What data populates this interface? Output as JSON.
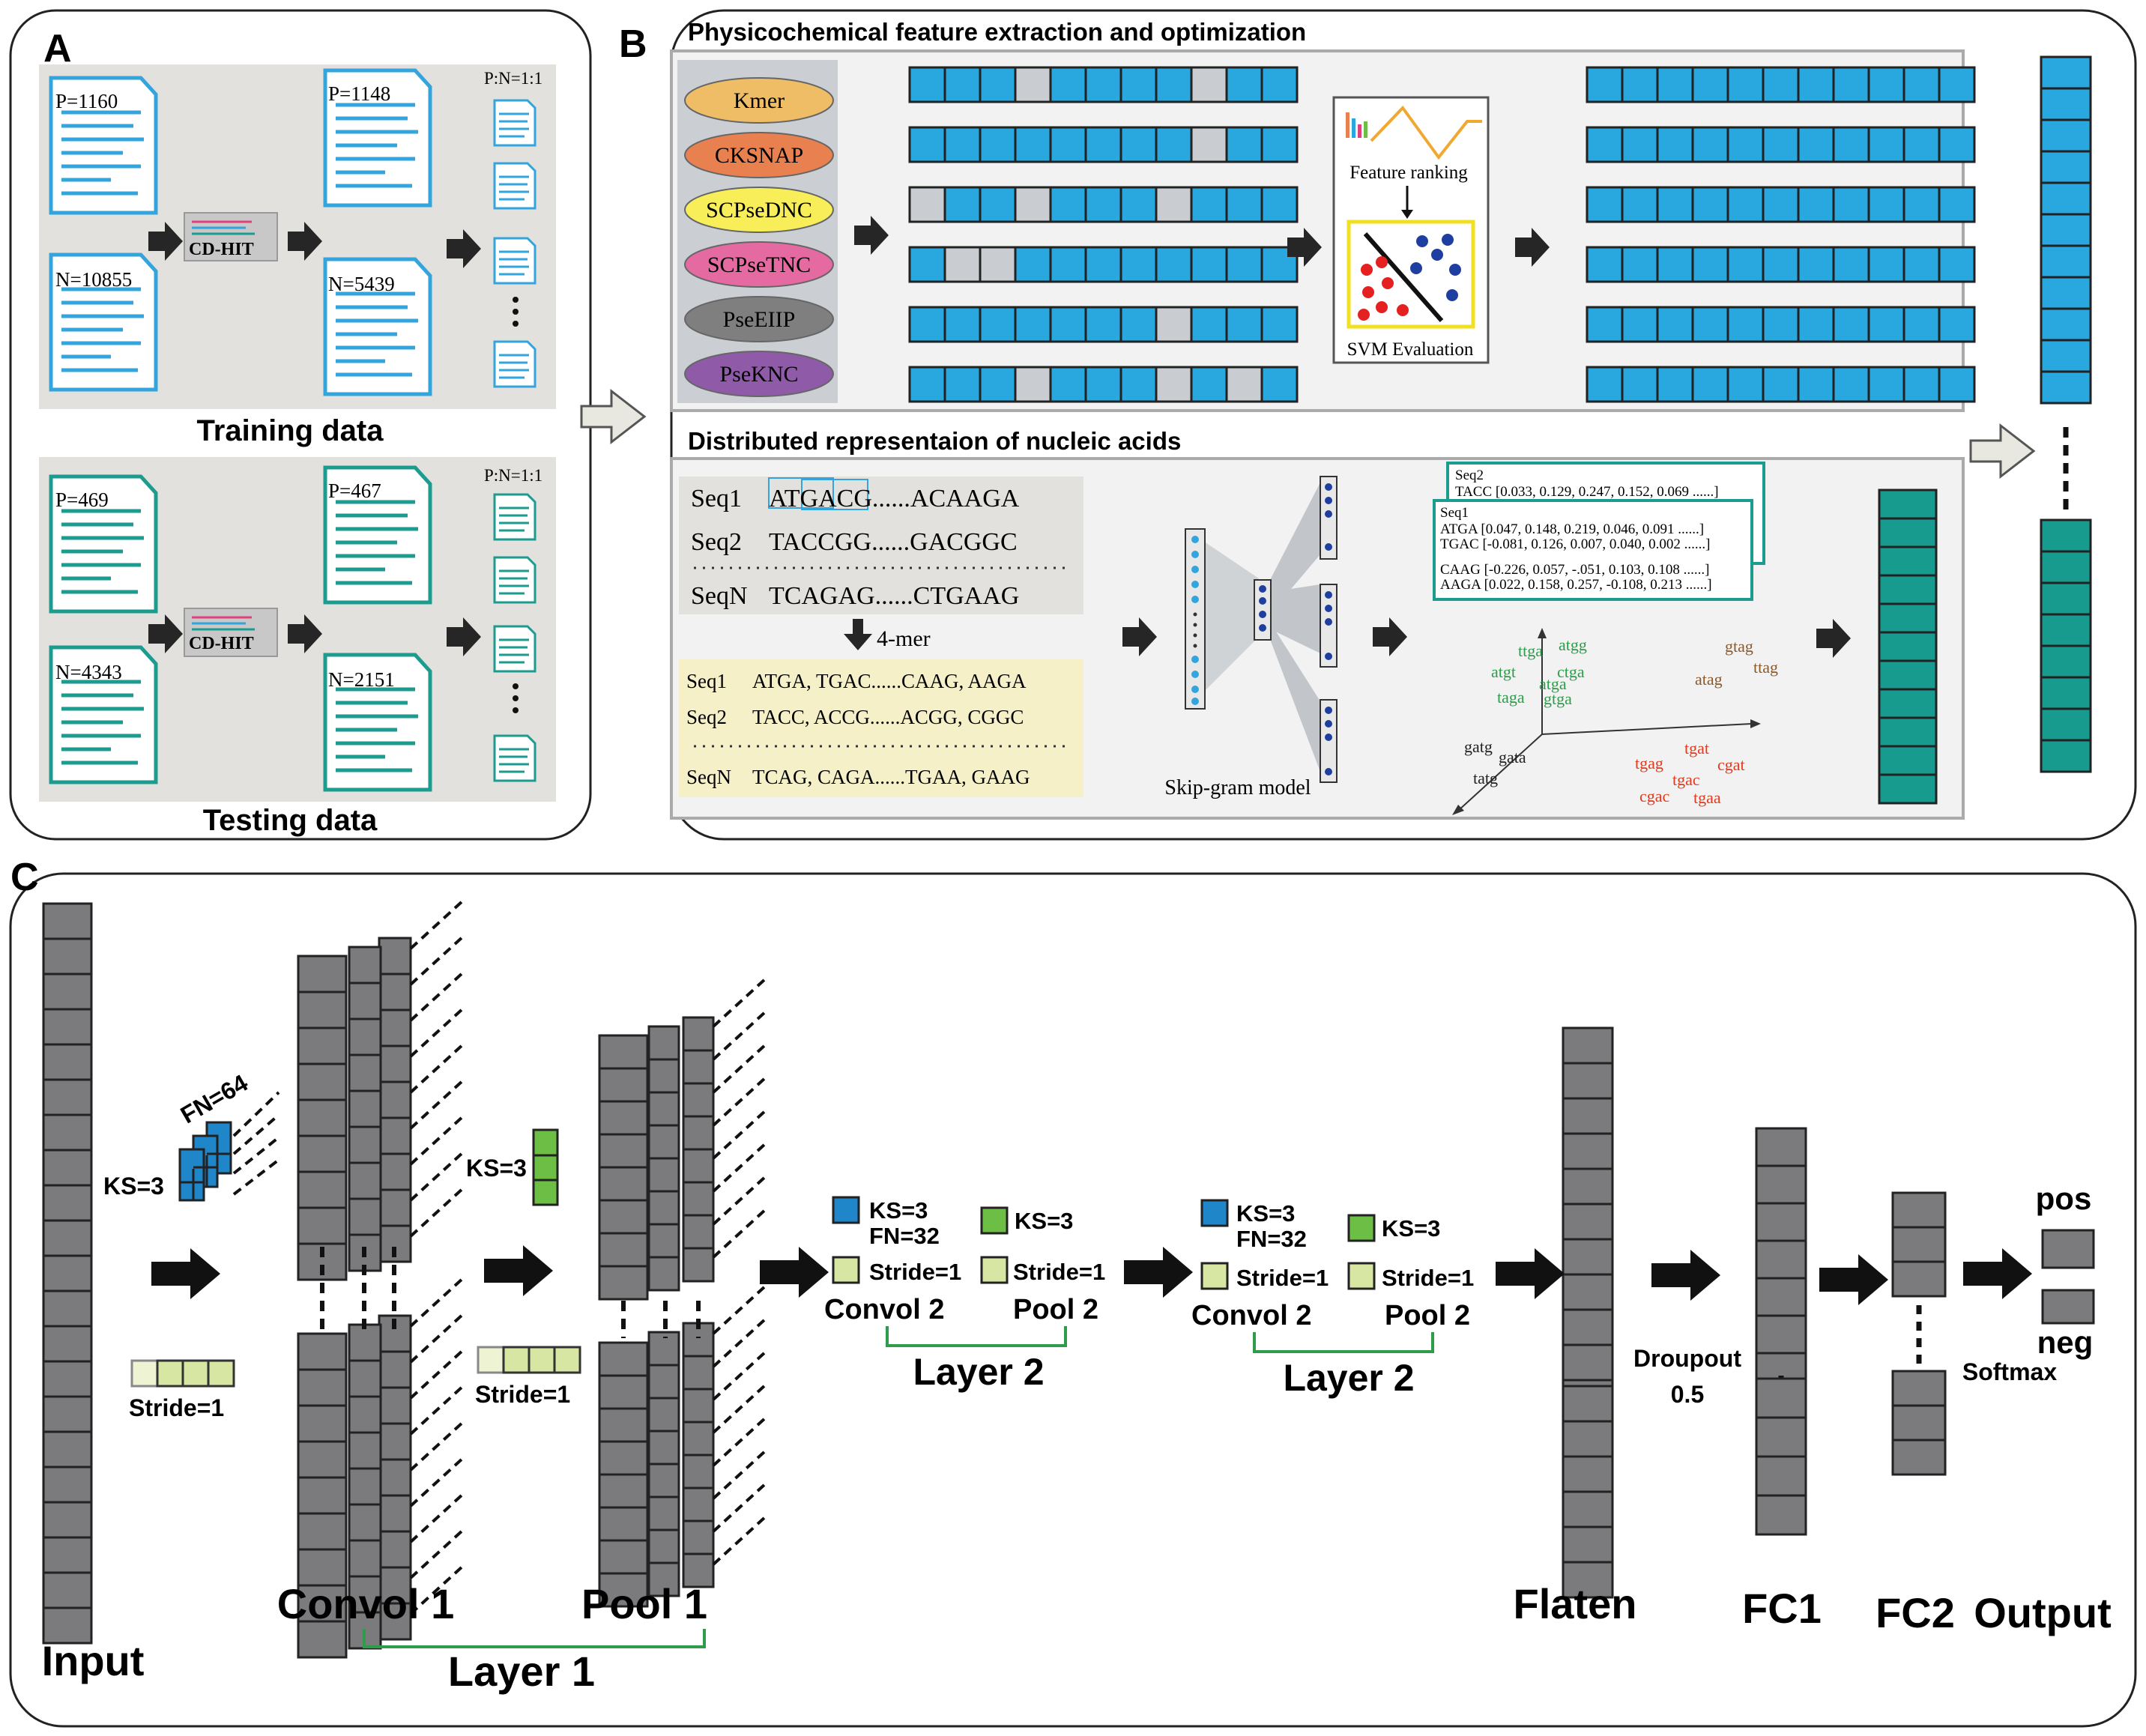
{
  "panel_a": {
    "letter": "A",
    "training": {
      "pos_count": "P=1160",
      "neg_count": "N=10855",
      "tool": "CD-HIT",
      "pos_after": "P=1148",
      "neg_after": "N=5439",
      "ratio": "P:N=1:1",
      "caption": "Training data"
    },
    "testing": {
      "pos_count": "P=469",
      "neg_count": "N=4343",
      "tool": "CD-HIT",
      "pos_after": "P=467",
      "neg_after": "N=2151",
      "ratio": "P:N=1:1",
      "caption": "Testing data"
    }
  },
  "panel_b": {
    "letter": "B",
    "physico": {
      "title": "Physicochemical feature  extraction and optimization",
      "features": [
        {
          "label": "Kmer",
          "color": "#f0bd67"
        },
        {
          "label": "CKSNAP",
          "color": "#e8814f"
        },
        {
          "label": "SCPseDNC",
          "color": "#f7ee5a"
        },
        {
          "label": "SCPseTNC",
          "color": "#e56aa2"
        },
        {
          "label": "PseEIIP",
          "color": "#7f7f7f"
        },
        {
          "label": "PseKNC",
          "color": "#8f5aa8"
        }
      ],
      "ranking_label": "Feature ranking",
      "svm_label": "SVM Evaluation"
    },
    "distributed": {
      "title": "Distributed representaion of nucleic acids",
      "seqs": [
        {
          "name": "Seq1",
          "start": "ATGAC",
          "tail": "G......ACAAGA"
        },
        {
          "name": "Seq2",
          "start": "TACCGG",
          "tail": "......GACGGC"
        },
        {
          "name": "SeqN",
          "start": "TCAGAG",
          "tail": "......CTGAAG"
        }
      ],
      "kmer_label": "4-mer",
      "kmer_seqs": [
        {
          "name": "Seq1",
          "value": "ATGA, TGAC......CAAG, AAGA"
        },
        {
          "name": "Seq2",
          "value": "TACC, ACCG......ACGG, CGGC"
        },
        {
          "name": "SeqN",
          "value": "TCAG, CAGA......TGAA, GAAG"
        }
      ],
      "skipgram_label": "Skip-gram model",
      "vectors_seq2": {
        "name": "Seq2",
        "rows": [
          "TACC [0.033, 0.129, 0.247, 0.152, 0.069 ......]"
        ]
      },
      "vectors_seq1": {
        "name": "Seq1",
        "rows": [
          "ATGA [0.047, 0.148, 0.219, 0.046, 0.091  ......]",
          "TGAC [-0.081, 0.126, 0.007, 0.040, 0.002  ......]",
          "CAAG [-0.226, 0.057, -.051, 0.103, 0.108 ......]",
          "AAGA [0.022, 0.158, 0.257, -0.108, 0.213 ......]"
        ]
      },
      "embedding_words": {
        "green": [
          "ttga",
          "atgg",
          "atgt",
          "ctga",
          "atga",
          "taga",
          "gtga"
        ],
        "brown": [
          "gtag",
          "ttag",
          "atag"
        ],
        "black": [
          "gatg",
          "gata",
          "tatg"
        ],
        "red": [
          "tgat",
          "tgag",
          "cgat",
          "tgac",
          "cgac",
          "tgaa"
        ]
      }
    }
  },
  "panel_c": {
    "letter": "C",
    "input_label": "Input",
    "filter1": {
      "fn": "FN=64",
      "ks": "KS=3",
      "stride": "Stride=1"
    },
    "pool1": {
      "ks": "KS=3",
      "stride": "Stride=1"
    },
    "convol1_label": "Convol 1",
    "pool1_label": "Pool 1",
    "layer1_label": "Layer 1",
    "layer2_blocks": [
      {
        "conv_ks": "KS=3",
        "conv_fn": "FN=32",
        "conv_stride": "Stride=1",
        "pool_ks": "KS=3",
        "pool_stride": "Stride=1",
        "conv_label": "Convol 2",
        "pool_label": "Pool 2",
        "layer_label": "Layer 2"
      },
      {
        "conv_ks": "KS=3",
        "conv_fn": "FN=32",
        "conv_stride": "Stride=1",
        "pool_ks": "KS=3",
        "pool_stride": "Stride=1",
        "conv_label": "Convol 2",
        "pool_label": "Pool 2",
        "layer_label": "Layer 2"
      }
    ],
    "flaten_label": "Flaten",
    "dropout_label": "Droupout",
    "dropout_value": "0.5",
    "fc1_label": "FC1",
    "fc2_label": "FC2",
    "softmax_label": "Softmax",
    "output_label": "Output",
    "pos_label": "pos",
    "neg_label": "neg"
  },
  "colors": {
    "blue_cell": "#29a8e0",
    "gray_cell": "#c9cdd1",
    "teal_cell": "#179b8e",
    "net_gray": "#7b7b7d",
    "green_line": "#2f9c4b",
    "filter_blue": "#1f86c9",
    "filter_green": "#6cbe45",
    "stride_green": "#d7e6a3",
    "doc_blue": "#33a4dc",
    "doc_teal": "#1c9b8f"
  }
}
